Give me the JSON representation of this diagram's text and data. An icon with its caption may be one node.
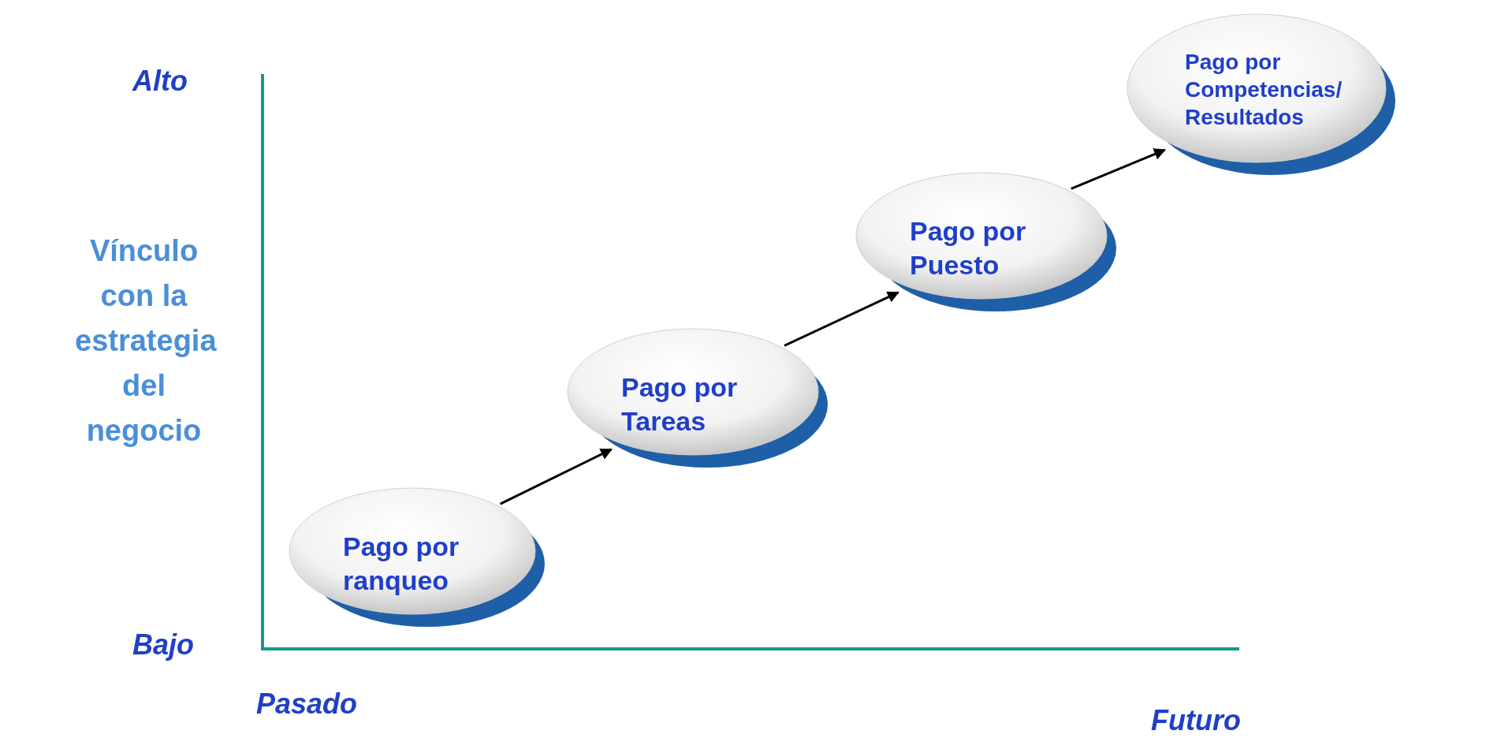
{
  "diagram": {
    "nodes": [
      {
        "text": [
          "Pago por ranqueo"
        ]
      },
      {
        "text": [
          "Pago por Tareas"
        ]
      },
      {
        "text": [
          "Pago por Puesto"
        ]
      },
      {
        "text": [
          "Pago por Competencias/ Resultados"
        ]
      }
    ],
    "edges": [
      {
        "from": 0,
        "to": 1,
        "arrow": "to"
      },
      {
        "from": 1,
        "to": 2,
        "arrow": "to"
      },
      {
        "from": 2,
        "to": 3,
        "arrow": "to"
      }
    ],
    "labels": [
      "Alto",
      "Vínculo con la estrategia del negocio",
      "Bajo",
      "Pasado",
      "Futuro"
    ]
  }
}
